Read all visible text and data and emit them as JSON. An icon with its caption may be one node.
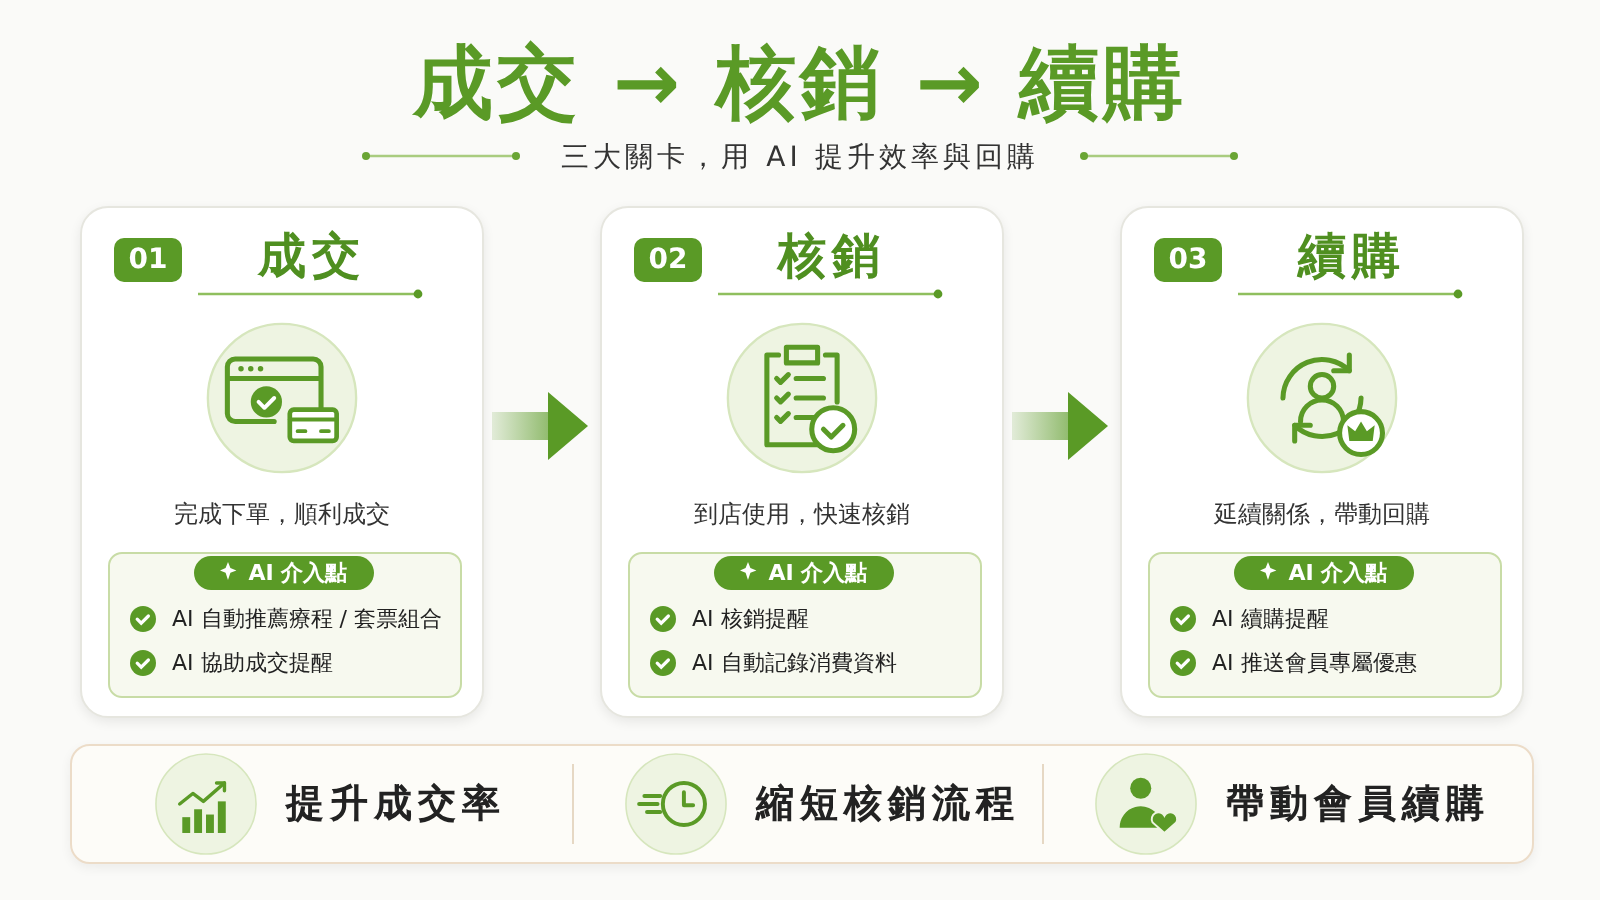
{
  "diagram": {
    "title": "成交 → 核銷 → 續購",
    "caption": "三大關卡，用 AI 提升效率與回購",
    "nodes": [
      {
        "text": [
          "01",
          "成交",
          "完成下單，順利成交"
        ]
      },
      {
        "text": [
          "AI 介入點",
          "AI 自動推薦療程 / 套票組合",
          "AI 協助成交提醒"
        ],
        "in": 0
      },
      {
        "text": [
          "02",
          "核銷",
          "到店使用，快速核銷"
        ]
      },
      {
        "text": [
          "AI 介入點",
          "AI 核銷提醒",
          "AI 自動記錄消費資料"
        ],
        "in": 2
      },
      {
        "text": [
          "03",
          "續購",
          "延續關係，帶動回購"
        ]
      },
      {
        "text": [
          "AI 介入點",
          "AI 續購提醒",
          "AI 推送會員專屬優惠"
        ],
        "in": 4
      },
      {
        "text": [
          "提升成交率",
          "縮短核銷流程",
          "帶動會員續購"
        ]
      }
    ],
    "edges": [
      {
        "from": 0,
        "to": 2,
        "arrow": "to",
        "style": "thick"
      },
      {
        "from": 2,
        "to": 4,
        "arrow": "to",
        "style": "thick"
      }
    ]
  }
}
